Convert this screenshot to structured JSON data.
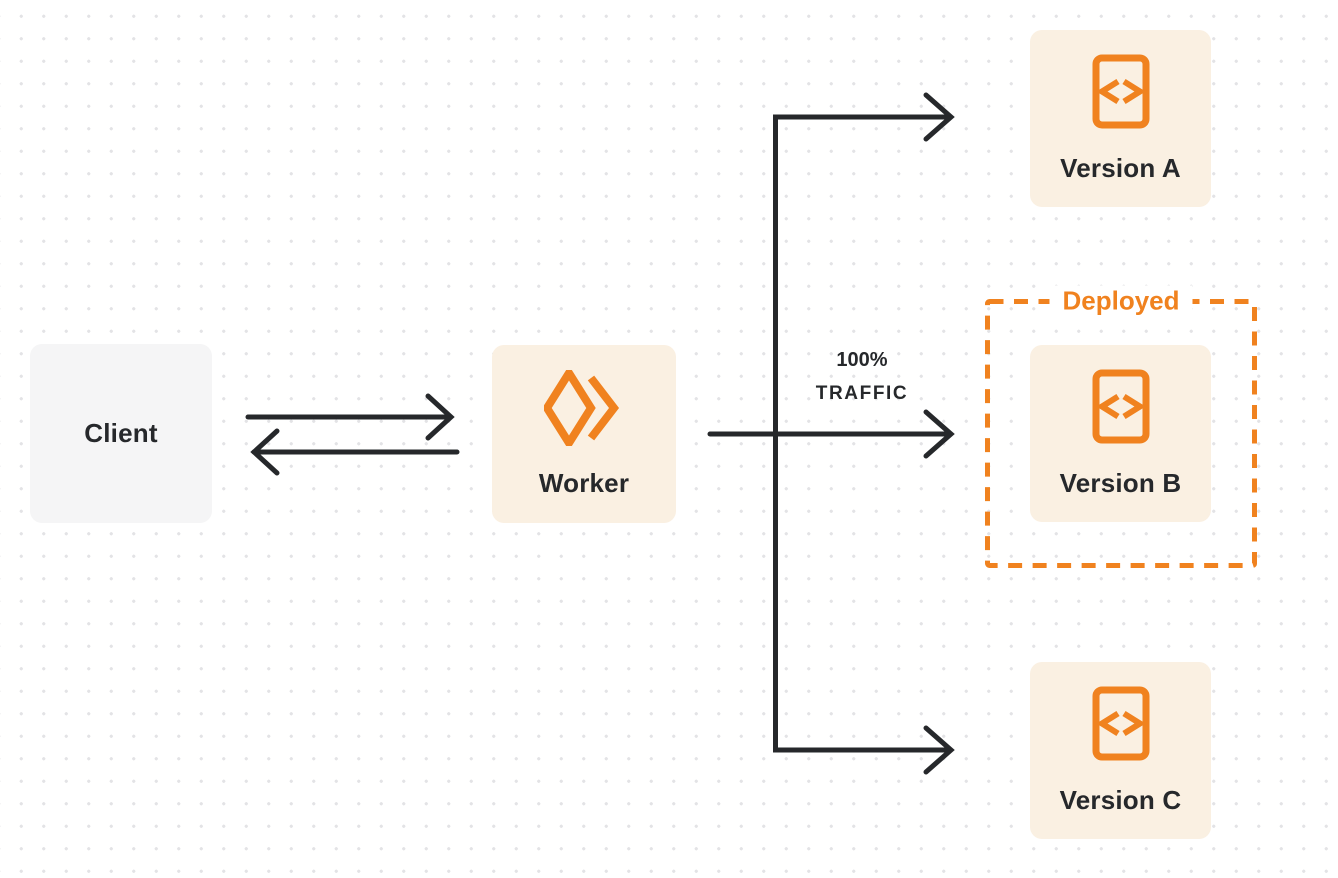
{
  "colors": {
    "orange": "#F0821F",
    "cream": "#FAF0E2",
    "client_gray": "#F5F5F6",
    "ink": "#26282B",
    "dot": "#E3E3E6",
    "background": "#FFFFFF"
  },
  "client": {
    "label": "Client"
  },
  "worker": {
    "label": "Worker"
  },
  "traffic_label": {
    "percent": "100%",
    "word": "TRAFFIC"
  },
  "deployed_box": {
    "label": "Deployed"
  },
  "versions": [
    {
      "label": "Version A",
      "deployed": false
    },
    {
      "label": "Version B",
      "deployed": true
    },
    {
      "label": "Version C",
      "deployed": false
    }
  ]
}
